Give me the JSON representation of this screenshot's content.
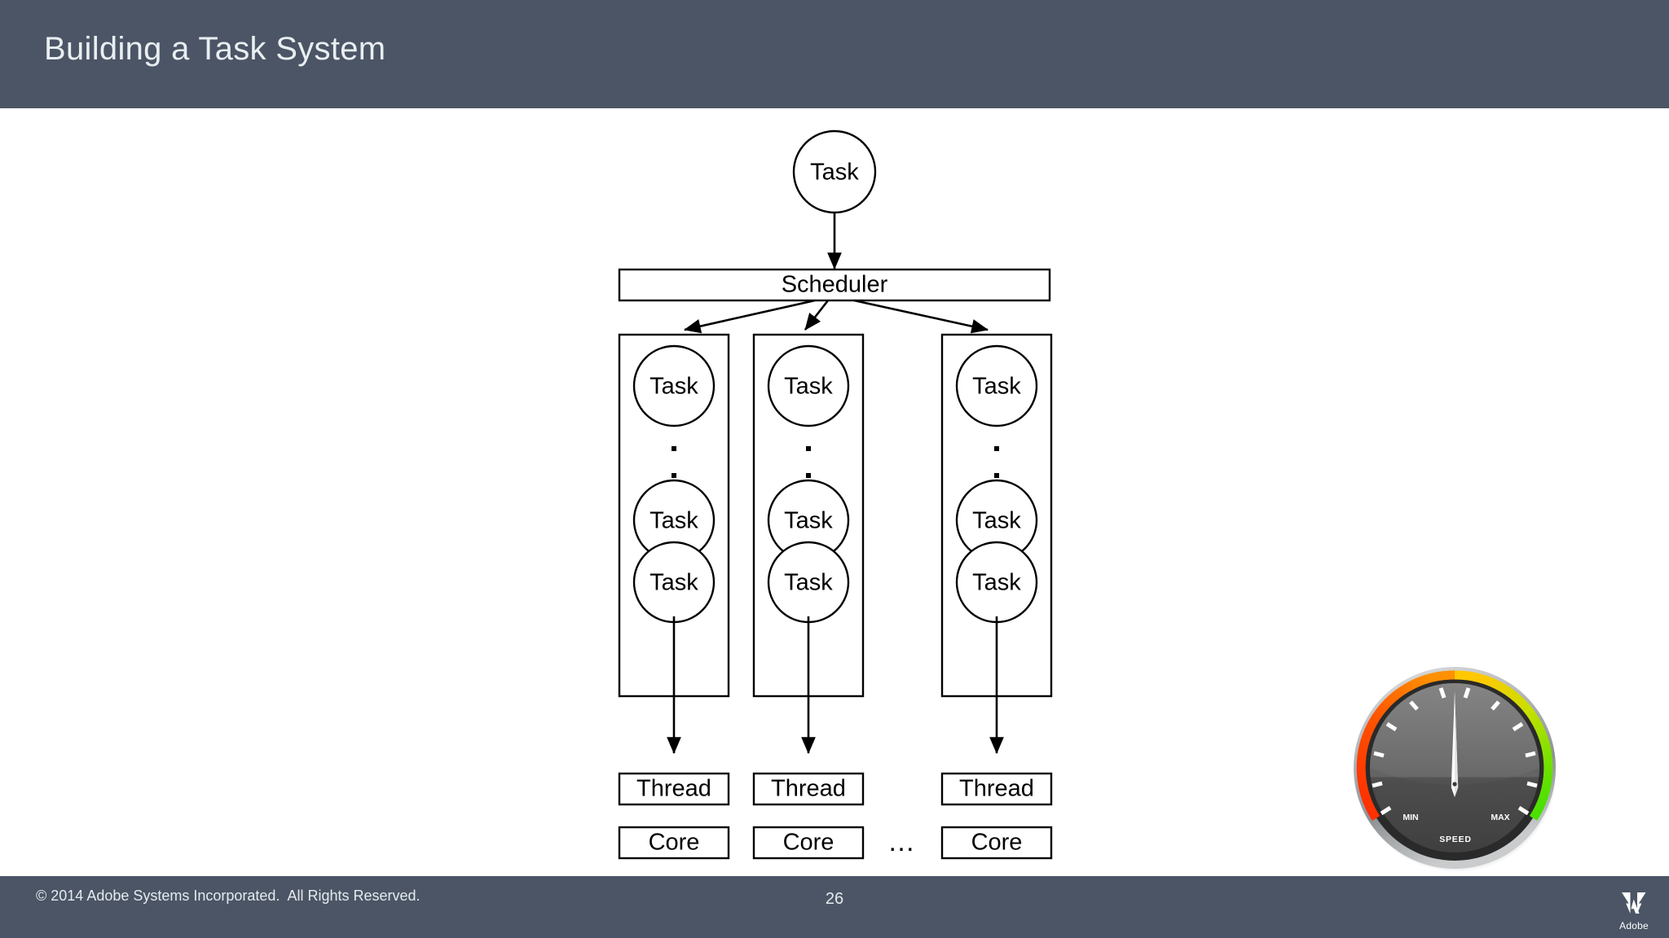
{
  "header": {
    "title": "Building a Task System",
    "bg_color": "#4b5565",
    "text_color": "#e9eef2"
  },
  "diagram": {
    "root_task": {
      "label": "Task"
    },
    "scheduler": {
      "label": "Scheduler"
    },
    "columns": [
      {
        "tasks_top": "Task",
        "tasks_mid": "Task",
        "tasks_bottom": "Task",
        "thread": "Thread",
        "core": "Core"
      },
      {
        "tasks_top": "Task",
        "tasks_mid": "Task",
        "tasks_bottom": "Task",
        "thread": "Thread",
        "core": "Core"
      },
      {
        "tasks_top": "Task",
        "tasks_mid": "Task",
        "tasks_bottom": "Task",
        "thread": "Thread",
        "core": "Core"
      }
    ],
    "core_ellipsis": "…",
    "stroke_color": "#000000",
    "fill_color": "#ffffff"
  },
  "gauge": {
    "min_label": "MIN",
    "max_label": "MAX",
    "caption": "SPEED",
    "needle_value_pct": 50,
    "arc_colors": {
      "min": "#ff2a00",
      "low": "#ff7a00",
      "mid": "#ffd400",
      "high": "#9ee000",
      "max": "#36e000"
    },
    "bezel_color": "#b9bcbe",
    "face_color": "#5a5a5a",
    "needle_color": "#ffffff"
  },
  "footer": {
    "copyright": "© 2014 Adobe Systems Incorporated.  All Rights Reserved.",
    "slide_number": "26",
    "brand": "Adobe",
    "bg_color": "#4b5565",
    "text_color": "#e4eaef"
  }
}
